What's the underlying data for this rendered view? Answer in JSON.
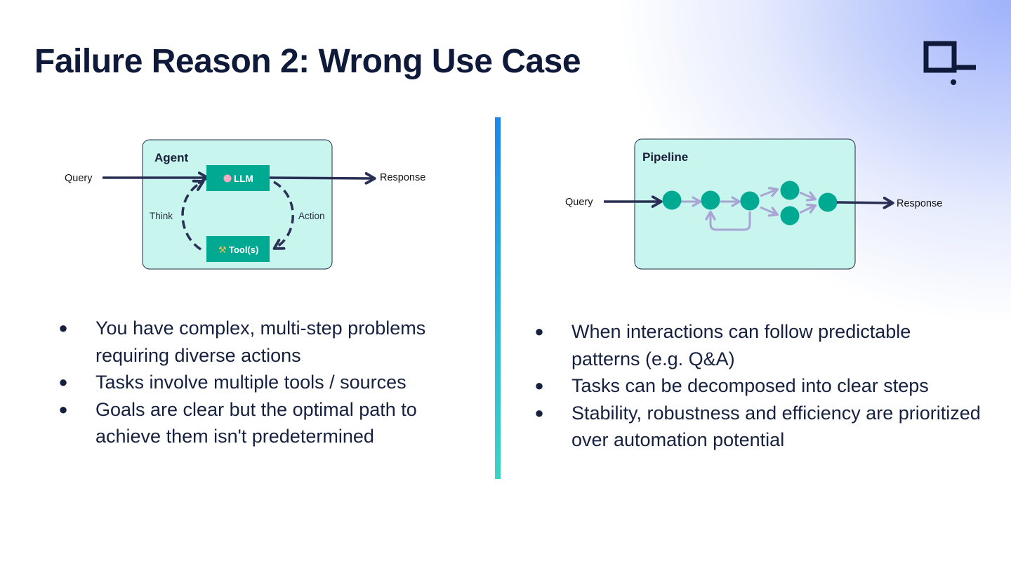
{
  "page": {
    "title": "Failure Reason 2: Wrong Use Case"
  },
  "colors": {
    "title": "#0f1a3a",
    "box_fill": "#c8f5ee",
    "node_teal": "#00a991",
    "arrow_dark": "#2a2f55",
    "arrow_light": "#a9a4d4",
    "divider_top": "#1f86e8",
    "divider_bottom": "#3cd3c4"
  },
  "agent": {
    "heading": "Agent",
    "query": "Query",
    "response": "Response",
    "llm": "LLM",
    "llm_icon": "brain-emoji",
    "tools": "Tool(s)",
    "tools_icon": "hammer-pick-emoji",
    "think": "Think",
    "action": "Action"
  },
  "pipeline": {
    "heading": "Pipeline",
    "query": "Query",
    "response": "Response"
  },
  "left_bullets": [
    "You have complex, multi-step problems requiring diverse actions",
    "Tasks involve multiple tools / sources",
    "Goals are clear but the optimal path to achieve them isn't predetermined"
  ],
  "right_bullets": [
    "When interactions can follow predictable patterns (e.g. Q&A)",
    "Tasks can be decomposed into clear steps",
    "Stability, robustness and efficiency are prioritized over automation potential"
  ],
  "bullet_glyph": "●"
}
